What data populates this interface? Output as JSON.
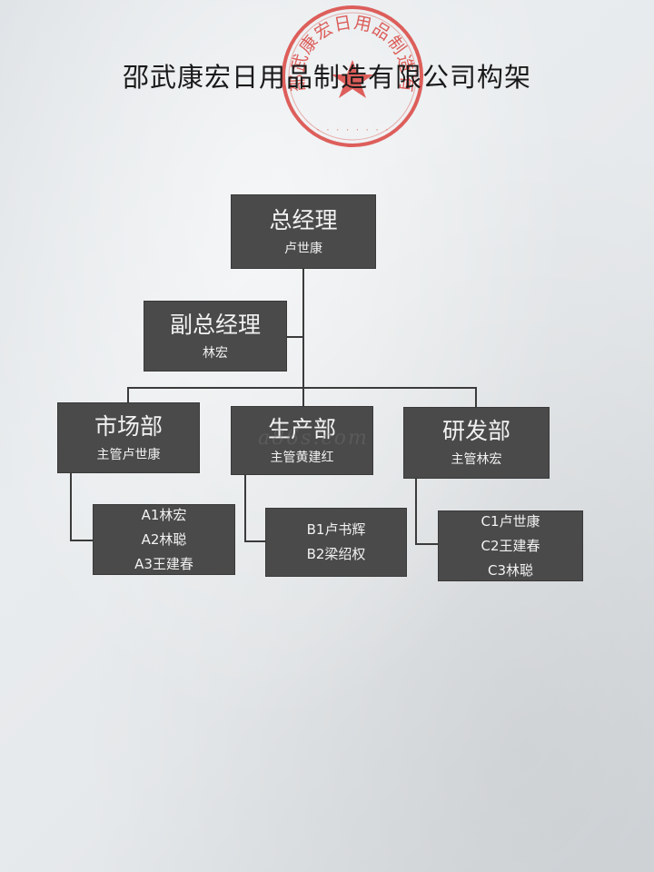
{
  "title": "邵武康宏日用品制造有限公司构架",
  "stamp": {
    "text": "邵武康宏日用品制造有限公司",
    "color": "#d9443f"
  },
  "watermark": "a86s.com",
  "org": {
    "ceo": {
      "role": "总经理",
      "name": "卢世康"
    },
    "deputy": {
      "role": "副总经理",
      "name": "林宏"
    },
    "departments": [
      {
        "role": "市场部",
        "manager": "主管卢世康",
        "members": [
          "A1林宏",
          "A2林聪",
          "A3王建春"
        ]
      },
      {
        "role": "生产部",
        "manager": "主管黄建红",
        "members": [
          "B1卢书辉",
          "B2梁绍权"
        ]
      },
      {
        "role": "研发部",
        "manager": "主管林宏",
        "members": [
          "C1卢世康",
          "C2王建春",
          "C3林聪"
        ]
      }
    ]
  },
  "colors": {
    "box": "#4a4a4a",
    "line": "#3b3b3b",
    "text_on_box": "#f2f2f2"
  }
}
